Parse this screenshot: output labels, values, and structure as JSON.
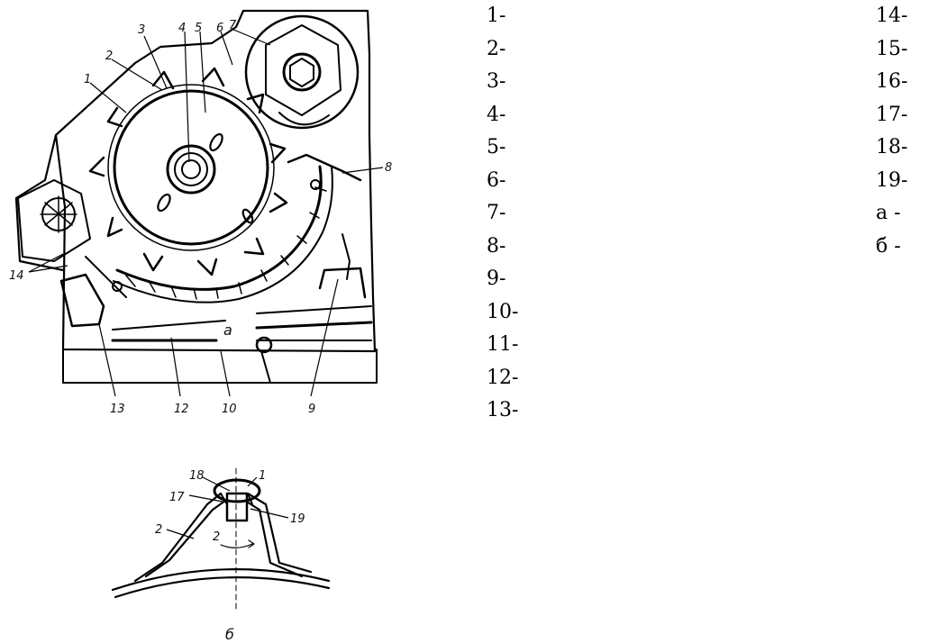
{
  "figure_a": {
    "labels": [
      "1",
      "2",
      "3",
      "4",
      "5",
      "6",
      "7",
      "8",
      "9",
      "10",
      "12",
      "13",
      "14"
    ],
    "section_label": "а"
  },
  "figure_b": {
    "labels": [
      "18",
      "1",
      "17",
      "19",
      "2",
      "2"
    ],
    "section_label": "б"
  },
  "legend": {
    "column1": [
      "1-",
      "2-",
      "3-",
      "4-",
      "5-",
      "6-",
      "7-",
      "8-",
      "9-",
      "10-",
      "11-",
      "12-",
      "13-"
    ],
    "column2": [
      "14-",
      "15-",
      "16-",
      "17-",
      "18-",
      "19-",
      "а -",
      "б -"
    ]
  }
}
